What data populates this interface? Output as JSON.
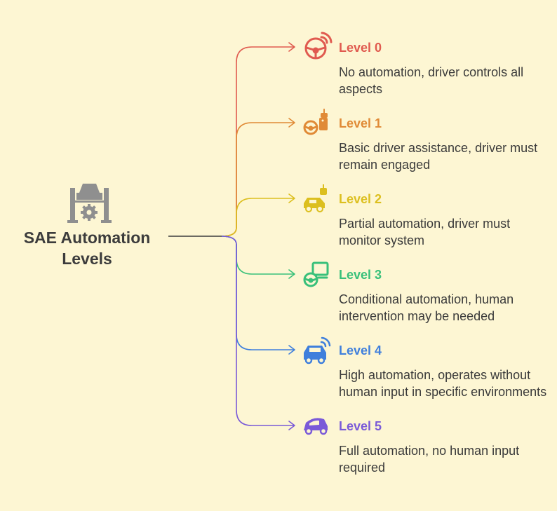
{
  "root": {
    "title_line1": "SAE Automation",
    "title_line2": "Levels",
    "icon": "car-lift-gear-icon",
    "icon_color": "#8f8f8f"
  },
  "levels": [
    {
      "title": "Level 0",
      "description": "No automation, driver controls all aspects",
      "color": "#e05a4f",
      "icon": "steering-wheel-wireless-icon"
    },
    {
      "title": "Level 1",
      "description": "Basic driver assistance, driver must remain engaged",
      "color": "#e08a36",
      "icon": "steering-wheel-robot-icon"
    },
    {
      "title": "Level 2",
      "description": "Partial automation, driver must monitor system",
      "color": "#dcbf1f",
      "icon": "car-robot-icon"
    },
    {
      "title": "Level 3",
      "description": "Conditional automation, human intervention may be needed",
      "color": "#38c07a",
      "icon": "steering-wheel-screen-icon"
    },
    {
      "title": "Level 4",
      "description": "High automation, operates without human input in specific environments",
      "color": "#3f7fdc",
      "icon": "car-wireless-icon"
    },
    {
      "title": "Level 5",
      "description": "Full automation, no human input required",
      "color": "#7a5ad8",
      "icon": "autonomous-pod-car-icon"
    }
  ]
}
